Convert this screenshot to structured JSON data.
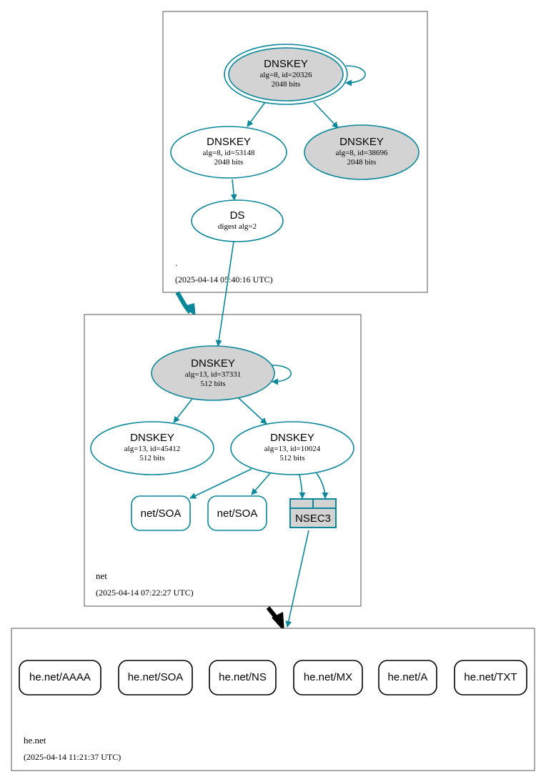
{
  "colors": {
    "edge": "#0a879a",
    "node_fill_ksk": "#d3d3d3",
    "node_fill_zsk": "#ffffff",
    "zone_border": "#545454",
    "delegation_insecure": "#000000"
  },
  "zones": {
    "root": {
      "name": ".",
      "timestamp": "(2025-04-14 05:40:16 UTC)",
      "nodes": {
        "ksk": {
          "title": "DNSKEY",
          "line1": "alg=8, id=20326",
          "line2": "2048 bits"
        },
        "zsk": {
          "title": "DNSKEY",
          "line1": "alg=8, id=53148",
          "line2": "2048 bits"
        },
        "standby": {
          "title": "DNSKEY",
          "line1": "alg=8, id=38696",
          "line2": "2048 bits"
        },
        "ds": {
          "title": "DS",
          "line1": "digest alg=2"
        }
      }
    },
    "net": {
      "name": "net",
      "timestamp": "(2025-04-14 07:22:27 UTC)",
      "nodes": {
        "ksk": {
          "title": "DNSKEY",
          "line1": "alg=13, id=37331",
          "line2": "512 bits"
        },
        "zsk_a": {
          "title": "DNSKEY",
          "line1": "alg=13, id=45412",
          "line2": "512 bits"
        },
        "zsk_b": {
          "title": "DNSKEY",
          "line1": "alg=13, id=10024",
          "line2": "512 bits"
        },
        "soa1": {
          "label": "net/SOA"
        },
        "soa2": {
          "label": "net/SOA"
        },
        "nsec3": {
          "label": "NSEC3"
        }
      }
    },
    "henet": {
      "name": "he.net",
      "timestamp": "(2025-04-14 11:21:37 UTC)",
      "records": [
        "he.net/AAAA",
        "he.net/SOA",
        "he.net/NS",
        "he.net/MX",
        "he.net/A",
        "he.net/TXT"
      ]
    }
  }
}
